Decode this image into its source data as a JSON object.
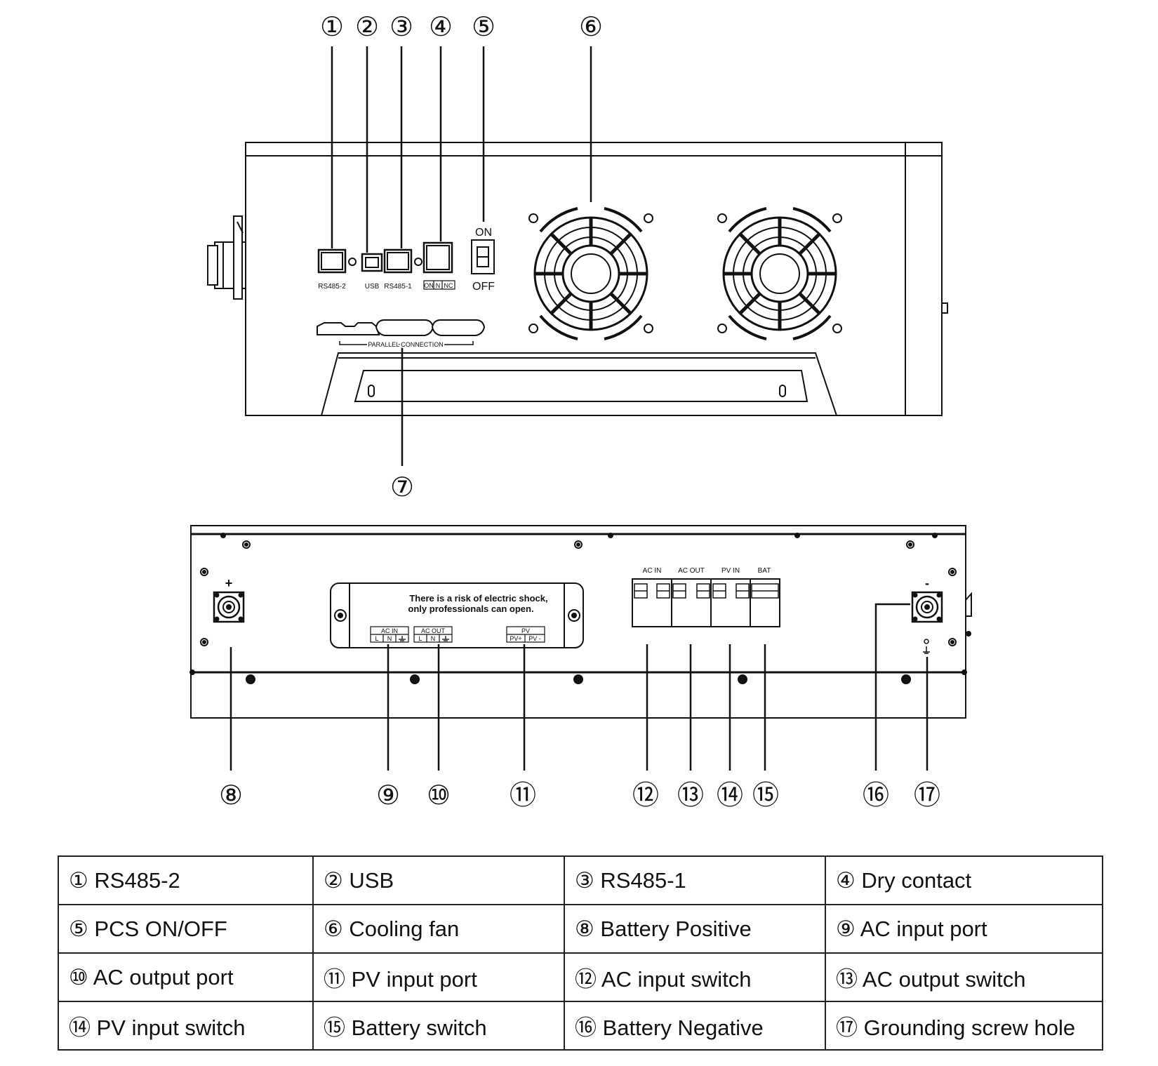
{
  "callouts": {
    "c1": "①",
    "c2": "②",
    "c3": "③",
    "c4": "④",
    "c5": "⑤",
    "c6": "⑥",
    "c7": "⑦",
    "c8": "⑧",
    "c9": "⑨",
    "c10": "⑩",
    "c11": "⑪",
    "c12": "⑫",
    "c13": "⑬",
    "c14": "⑭",
    "c15": "⑮",
    "c16": "⑯",
    "c17": "⑰"
  },
  "side_panel": {
    "rs485_2": "RS485-2",
    "usb": "USB",
    "rs485_1": "RS485-1",
    "dry_on": "ON",
    "dry_n": "N",
    "dry_nc": "NC",
    "switch_on": "ON",
    "switch_off": "OFF",
    "parallel": "PARALLEL CONNECTION"
  },
  "front_panel": {
    "plus": "+",
    "minus": "-",
    "warning_line1": "There is a risk of electric shock,",
    "warning_line2": "only professionals can open.",
    "ac_in": "AC IN",
    "ac_out": "AC OUT",
    "pv": "PV",
    "l": "L",
    "n": "N",
    "pv_plus": "PV+",
    "pv_minus": "PV -",
    "breaker_ac_in": "AC IN",
    "breaker_ac_out": "AC OUT",
    "breaker_pv_in": "PV IN",
    "breaker_bat": "BAT"
  },
  "legend": {
    "rows": [
      [
        "① RS485-2",
        "② USB",
        "③ RS485-1",
        "④ Dry contact"
      ],
      [
        "⑤ PCS ON/OFF",
        "⑥ Cooling fan",
        "⑧ Battery Positive",
        "⑨ AC input port"
      ],
      [
        "⑩ AC output port",
        "⑪ PV input port",
        "⑫ AC input switch",
        "⑬ AC output switch"
      ],
      [
        "⑭ PV input switch",
        "⑮ Battery switch",
        "⑯ Battery Negative",
        "⑰ Grounding screw hole"
      ]
    ]
  }
}
